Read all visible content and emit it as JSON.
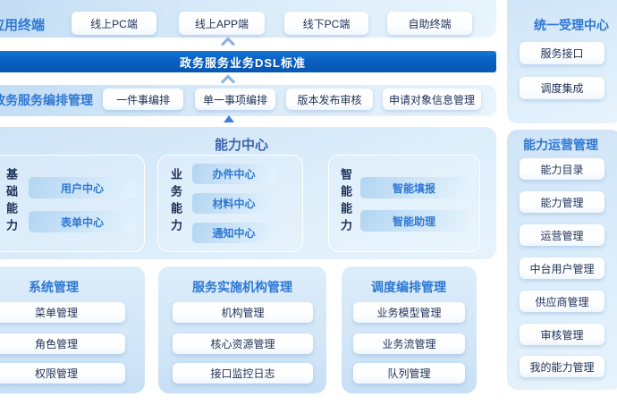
{
  "colors": {
    "accent_blue": "#2e78d2",
    "dsl_bar_blue": "#0a60c2",
    "panel_light_blue": "#d3e7f8",
    "pill_text_navy": "#1c2f55",
    "capability_center_title": "#3b66ae"
  },
  "terminal_row": {
    "title": "应用终端",
    "items": [
      "线上PC端",
      "线上APP端",
      "线下PC端",
      "自助终端"
    ]
  },
  "dsl_bar": {
    "label": "政务服务业务DSL标准"
  },
  "orchestration_row": {
    "title": "政务服务编排管理",
    "items": [
      "一件事编排",
      "单一事项编排",
      "版本发布审核",
      "申请对象信息管理"
    ]
  },
  "capability_center": {
    "title": "能力中心",
    "groups": [
      {
        "label": "基础能力",
        "items": [
          "用户中心",
          "表单中心"
        ]
      },
      {
        "label": "业务能力",
        "items": [
          "办件中心",
          "材料中心",
          "通知中心"
        ]
      },
      {
        "label": "智能能力",
        "items": [
          "智能填报",
          "智能助理"
        ]
      }
    ]
  },
  "bottom_sections": [
    {
      "title": "系统管理",
      "items": [
        "菜单管理",
        "角色管理",
        "权限管理"
      ]
    },
    {
      "title": "服务实施机构管理",
      "items": [
        "机构管理",
        "核心资源管理",
        "接口监控日志"
      ]
    },
    {
      "title": "调度编排管理",
      "items": [
        "业务模型管理",
        "业务流管理",
        "队列管理"
      ]
    }
  ],
  "right_column": [
    {
      "title": "统一受理中心",
      "items": [
        "服务接口",
        "调度集成"
      ]
    },
    {
      "title": "能力运营管理",
      "items": [
        "能力目录",
        "能力管理",
        "运营管理",
        "中台用户管理",
        "供应商管理",
        "审核管理",
        "我的能力管理"
      ]
    }
  ]
}
